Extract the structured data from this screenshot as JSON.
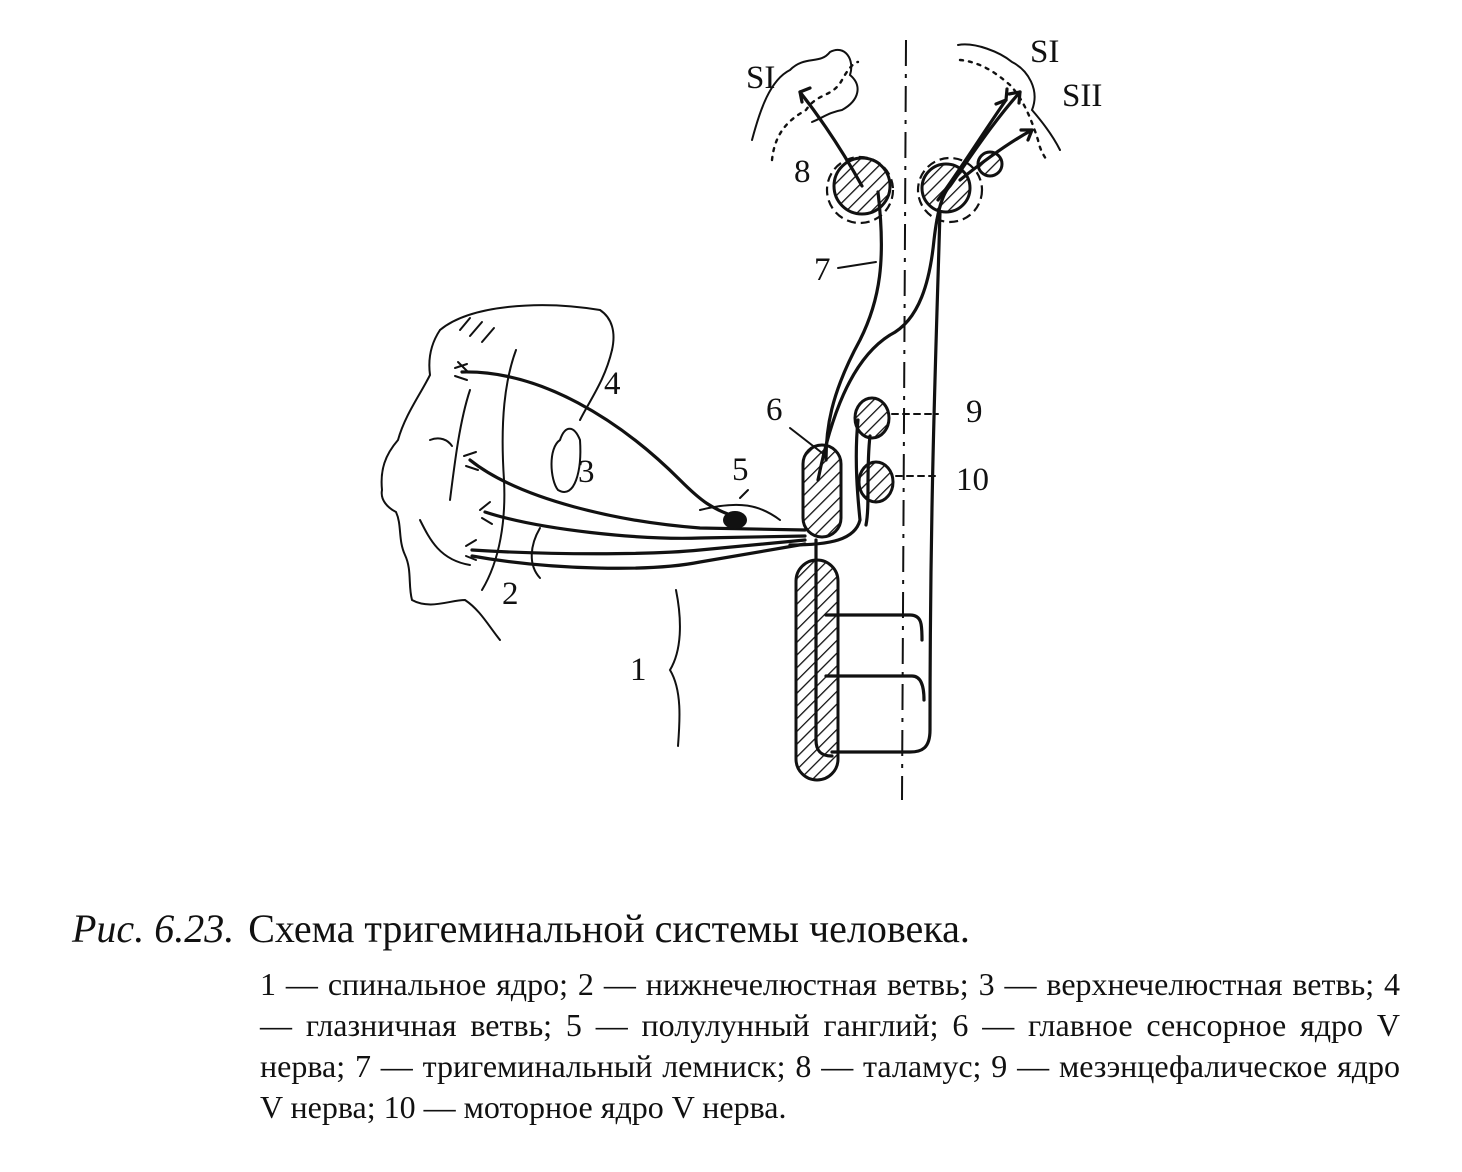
{
  "figure": {
    "labels": {
      "si_left": "SI",
      "si_right": "SI",
      "sii": "SII",
      "n1": "1",
      "n2": "2",
      "n3": "3",
      "n4": "4",
      "n5": "5",
      "n6": "6",
      "n7": "7",
      "n8": "8",
      "n9": "9",
      "n10": "10"
    }
  },
  "caption": {
    "figure_number": "Рис. 6.23.",
    "title": "Схема тригеминальной системы человека.",
    "legend": "1 — спинальное ядро; 2 — нижнечелюстная ветвь; 3 — верхнечелюстная ветвь; 4 — глазничная ветвь; 5 — полулунный ганглий; 6 — главное сенсорное ядро V нерва; 7 — тригеминальный лемниск; 8 — таламус; 9 — мезэнцефалическое ядро V нерва; 10 — моторное ядро V нерва."
  }
}
